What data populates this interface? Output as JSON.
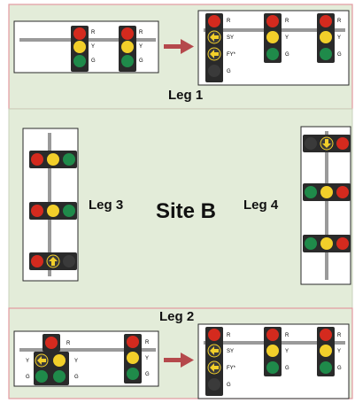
{
  "site": {
    "title": "Site B"
  },
  "legs": {
    "leg1": {
      "label": "Leg 1"
    },
    "leg2": {
      "label": "Leg 2"
    },
    "leg3": {
      "label": "Leg 3"
    },
    "leg4": {
      "label": "Leg 4"
    }
  },
  "signal_labels": {
    "R": "R",
    "Y": "Y",
    "G": "G",
    "SY": "SY",
    "FY": "FY*"
  },
  "colors": {
    "red": "#d42a1e",
    "yellow": "#f2cf2a",
    "green": "#1f8a4a",
    "dark": "#2a2a2a",
    "arrow": "#b5494c",
    "panel_border": "#e39aa0",
    "bg": "#e3ecd9"
  }
}
